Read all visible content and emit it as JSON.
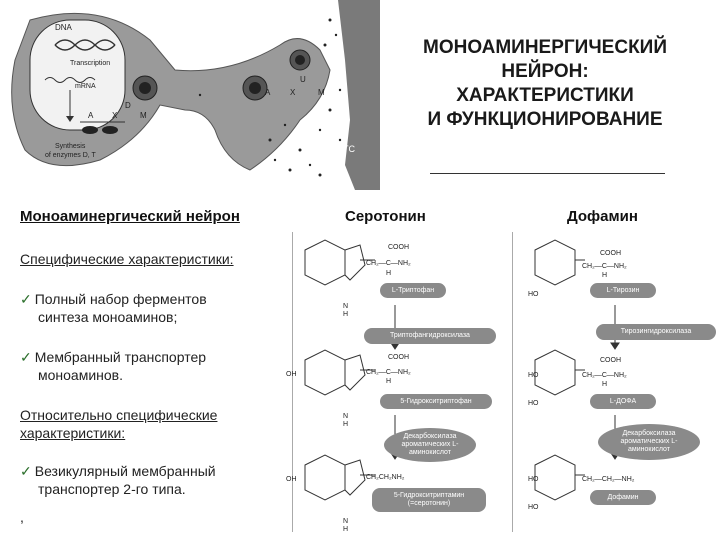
{
  "title_lines": [
    "МОНОАМИНЕРГИЧЕСКИЙ",
    "НЕЙРОН:",
    "ХАРАКТЕРИСТИКИ",
    "И ФУНКЦИОНИРОВАНИЕ"
  ],
  "figure_labels": {
    "dna": "DNA",
    "transcription": "Transcription",
    "mrna": "mRNA",
    "synthesis_line1": "Synthesis",
    "synthesis_line2": "of enzymes D, T",
    "tc": "TC",
    "a": "A",
    "x": "X",
    "m": "M",
    "d": "D",
    "u": "U"
  },
  "left": {
    "heading": "Моноаминергический нейрон",
    "specific_heading": "Специфические характеристики:",
    "item1_line1": "Полный набор ферментов",
    "item1_line2": "синтеза моноаминов;",
    "item2_line1": "Мембранный транспортер",
    "item2_line2": "моноаминов.",
    "relative_heading_line1": "Относительно специфические",
    "relative_heading_line2": "характеристики:",
    "item3_line1": "Везикулярный мембранный",
    "item3_line2": "транспортер 2-го типа.",
    "check_mark": "✓",
    "trailing_mark": ","
  },
  "serotonin": {
    "heading": "Серотонин",
    "step1": "L-Триптофан",
    "enzyme1": "Триптофангидроксилаза",
    "step2": "5-Гидрокситриптофан",
    "enzyme2": "Декарбоксилаза ароматических L-аминокислот",
    "step3": "5-Гидрокситриптамин (=серотонин)"
  },
  "dopamine": {
    "heading": "Дофамин",
    "step1": "L-Тирозин",
    "enzyme1": "Тирозингидроксилаза",
    "step2": "L-ДОФА",
    "enzyme2": "Декарбоксилаза ароматических L-аминокислот",
    "step3": "Дофамин"
  },
  "chem": {
    "cooh": "COOH",
    "side_chain": "CH₂—C—NH₂",
    "h": "H",
    "n": "N",
    "oh": "OH",
    "ho": "HO",
    "amine_ser": "CH₂CH₂NH₂",
    "amine_da": "CH₂—CH₂—NH₂"
  },
  "colors": {
    "neuron_fill": "#9a9a9a",
    "neuron_dark": "#666666",
    "pill_fill": "#8a8a8a",
    "check": "#2a6e2a"
  }
}
